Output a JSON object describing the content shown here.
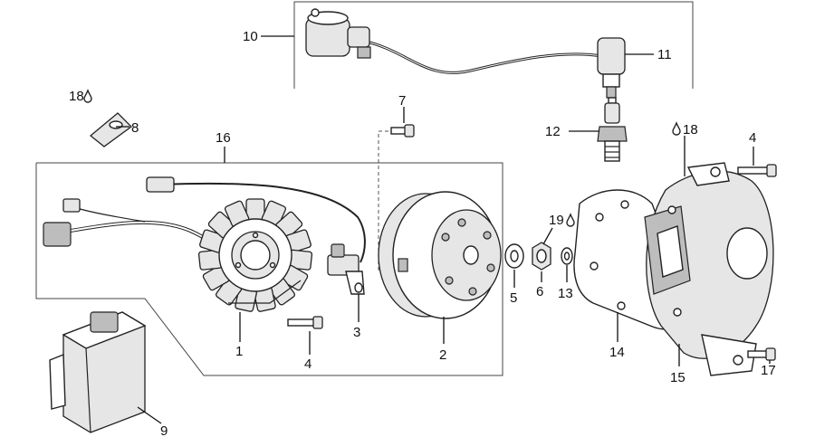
{
  "callouts": [
    {
      "id": "1",
      "text": "1"
    },
    {
      "id": "2",
      "text": "2"
    },
    {
      "id": "3",
      "text": "3"
    },
    {
      "id": "4a",
      "text": "4"
    },
    {
      "id": "4b",
      "text": "4"
    },
    {
      "id": "5",
      "text": "5"
    },
    {
      "id": "6",
      "text": "6"
    },
    {
      "id": "7",
      "text": "7"
    },
    {
      "id": "8",
      "text": "8"
    },
    {
      "id": "9",
      "text": "9"
    },
    {
      "id": "10",
      "text": "10"
    },
    {
      "id": "11",
      "text": "11"
    },
    {
      "id": "12",
      "text": "12"
    },
    {
      "id": "13",
      "text": "13"
    },
    {
      "id": "14",
      "text": "14"
    },
    {
      "id": "15",
      "text": "15"
    },
    {
      "id": "16",
      "text": "16"
    },
    {
      "id": "17",
      "text": "17"
    },
    {
      "id": "18a",
      "text": "18"
    },
    {
      "id": "18b",
      "text": "18"
    },
    {
      "id": "19",
      "text": "19"
    }
  ],
  "icons": {
    "lubricant": "drop-icon"
  }
}
